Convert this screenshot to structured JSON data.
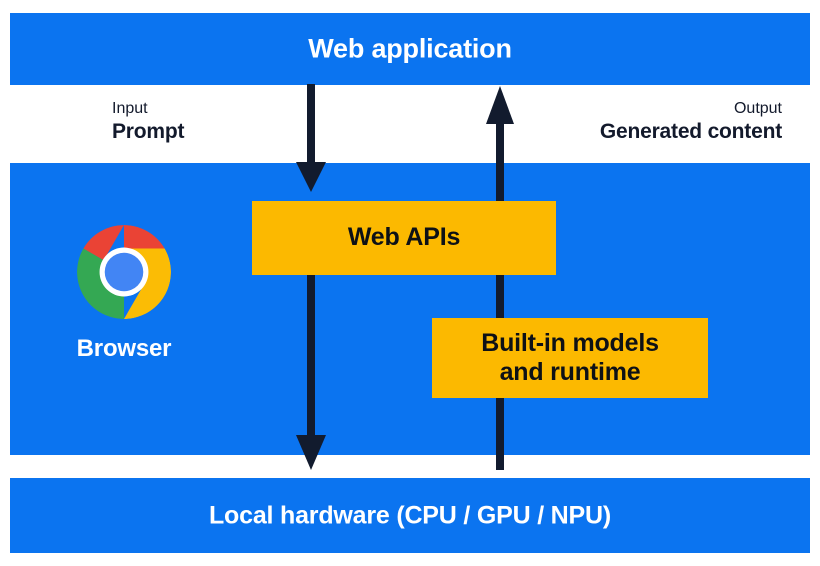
{
  "diagram": {
    "title": "Web application",
    "bands": [
      {
        "id": "top",
        "label": "Web application"
      },
      {
        "id": "middle",
        "label": ""
      },
      {
        "id": "bottom",
        "label": "Local hardware (CPU / GPU / NPU)"
      }
    ],
    "io": {
      "input": {
        "kind": "Input",
        "value": "Prompt"
      },
      "output": {
        "kind": "Output",
        "value": "Generated content"
      }
    },
    "boxes": [
      {
        "id": "web-apis",
        "label": "Web APIs"
      },
      {
        "id": "builtin",
        "line1": "Built-in models",
        "line2": "and runtime"
      }
    ],
    "browser": {
      "label": "Browser",
      "icon": "chrome-logo-icon"
    },
    "arrows": [
      {
        "id": "arrow-down-top",
        "direction": "down",
        "icon": "arrow-down-icon"
      },
      {
        "id": "arrow-down-bottom",
        "direction": "down",
        "icon": "arrow-down-icon"
      },
      {
        "id": "arrow-up",
        "direction": "up",
        "icon": "arrow-up-icon"
      }
    ],
    "colors": {
      "band_blue": "#0b74f0",
      "box_yellow": "#fcb900",
      "arrow_dark": "#121b2e",
      "text_light": "#ffffff",
      "text_dark": "#131a2c",
      "chrome_red": "#ea4335",
      "chrome_yellow": "#fbbc05",
      "chrome_green": "#34a853",
      "chrome_blue": "#4285f4"
    }
  }
}
